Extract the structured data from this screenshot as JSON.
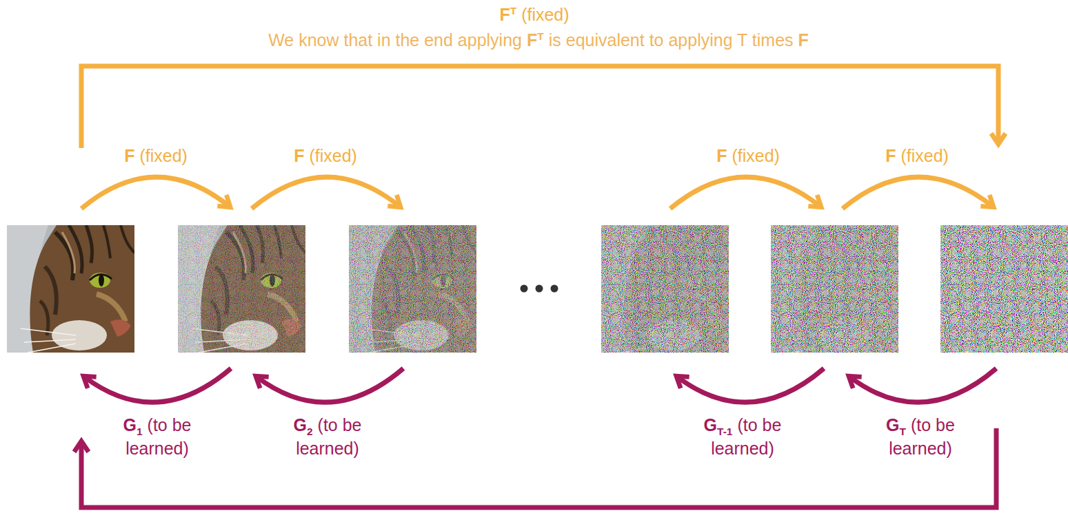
{
  "diagram": {
    "labels": [
      "F",
      "T",
      "(fixed)",
      "We know that in the end applying",
      "F",
      "T",
      "is equivalent to applying T times",
      "F",
      "F",
      "(fixed)",
      "F",
      "(fixed)",
      "F",
      "(fixed)",
      "F",
      "(fixed)",
      "G",
      "1",
      "(to be learned)",
      "G",
      "2",
      "(to be learned)",
      "G",
      "T-1",
      "(to be learned)",
      "G",
      "T",
      "(to be learned)"
    ]
  }
}
